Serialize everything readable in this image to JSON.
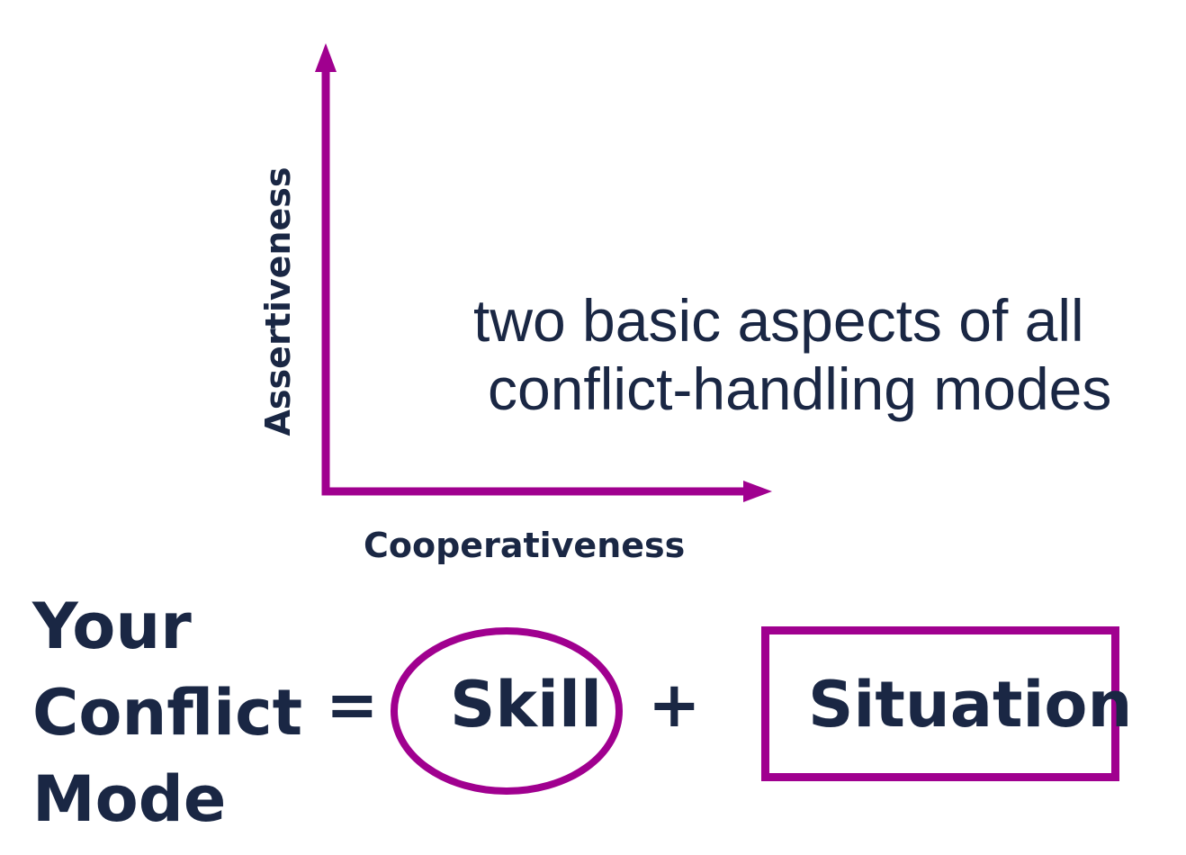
{
  "axes": {
    "y_label": "Assertiveness",
    "x_label": "Cooperativeness",
    "color": "#a0008f"
  },
  "aspects": {
    "line1": "two basic aspects of all",
    "line2": "conflict-handling modes"
  },
  "equation": {
    "lhs": [
      "Your",
      "Conflict",
      "Mode"
    ],
    "equals": "=",
    "skill": "Skill",
    "plus": "+",
    "situation": "Situation",
    "accent_color": "#a0008f",
    "text_color": "#1a2744"
  }
}
